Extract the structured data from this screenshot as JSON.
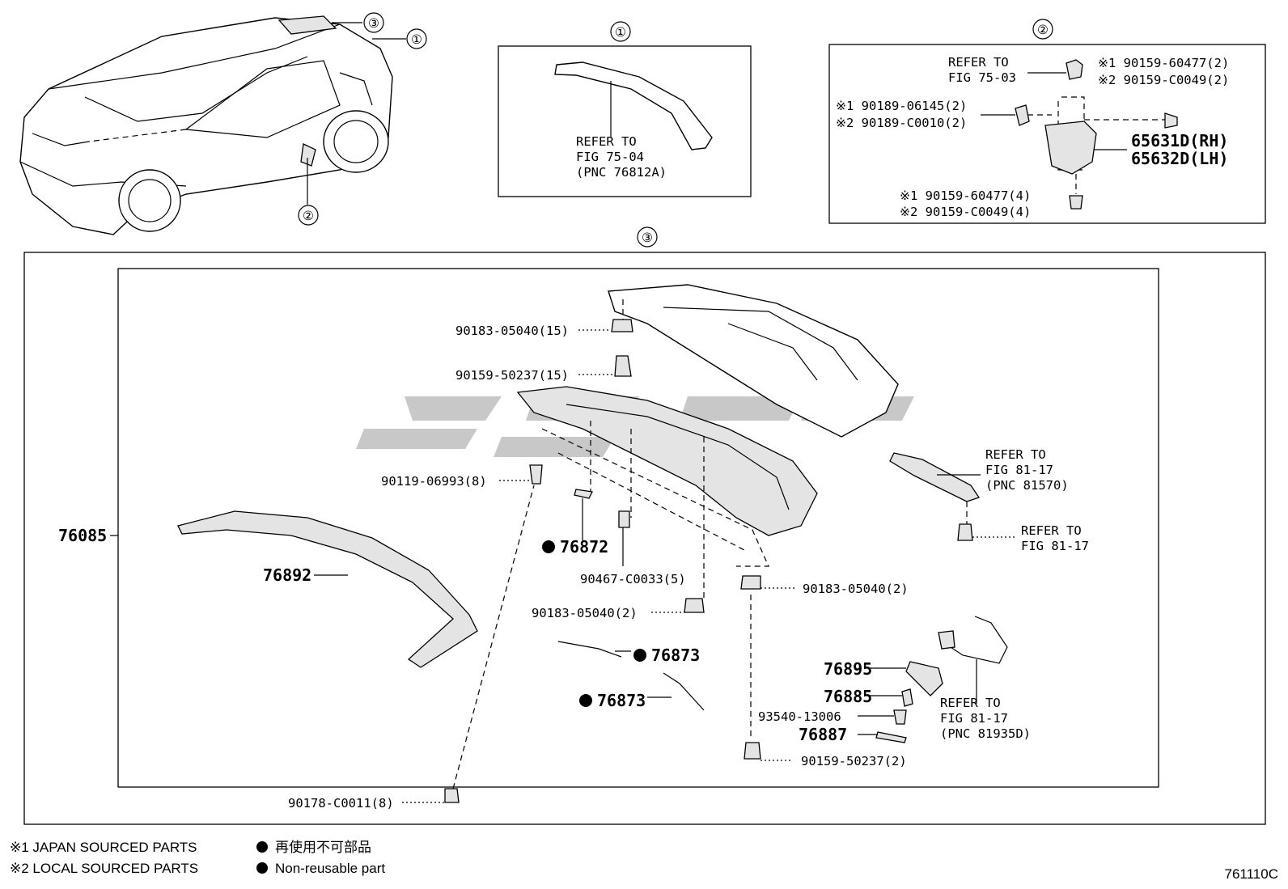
{
  "callouts": {
    "one": "①",
    "two": "②",
    "three": "③"
  },
  "panel1": {
    "refer": "REFER TO",
    "fig": "FIG 75-04",
    "pnc": "(PNC 76812A)"
  },
  "panel2": {
    "refer": "REFER TO",
    "fig": "FIG 75-03",
    "clip_a1": "※1 90159-60477(2)",
    "clip_a2": "※2 90159-C0049(2)",
    "nut_1": "※1 90189-06145(2)",
    "nut_2": "※2 90189-C0010(2)",
    "rh": "65631D(RH)",
    "lh": "65632D(LH)",
    "bolt_1": "※1 90159-60477(4)",
    "bolt_2": "※2 90159-C0049(4)"
  },
  "panel3": {
    "p_90183_top": "90183-05040(15)",
    "p_90159_top": "90159-50237(15)",
    "p_90119": "90119-06993(8)",
    "p_76085": "76085",
    "p_76892": "76892",
    "p_76872": "76872",
    "p_90467": "90467-C0033(5)",
    "p_90183_mid": "90183-05040(2)",
    "p_90183_right": "90183-05040(2)",
    "p_76873a": "76873",
    "p_76873b": "76873",
    "p_76895": "76895",
    "p_76885": "76885",
    "p_93540": "93540-13006",
    "p_76887": "76887",
    "p_90159_bot": "90159-50237(2)",
    "p_90178": "90178-C0011(8)",
    "ref1_refer": "REFER TO",
    "ref1_fig": "FIG 81-17",
    "ref1_pnc": "(PNC 81570)",
    "ref2_refer": "REFER TO",
    "ref2_fig": "FIG 81-17",
    "ref3_refer": "REFER TO",
    "ref3_fig": "FIG 81-17",
    "ref3_pnc": "(PNC 81935D)"
  },
  "legend": {
    "note1": "※1  JAPAN SOURCED PARTS",
    "note2": "※2  LOCAL SOURCED PARTS",
    "nonreuse_jp": "再使用不可部品",
    "nonreuse_en": "Non-reusable part"
  },
  "figure_code": "761110C"
}
